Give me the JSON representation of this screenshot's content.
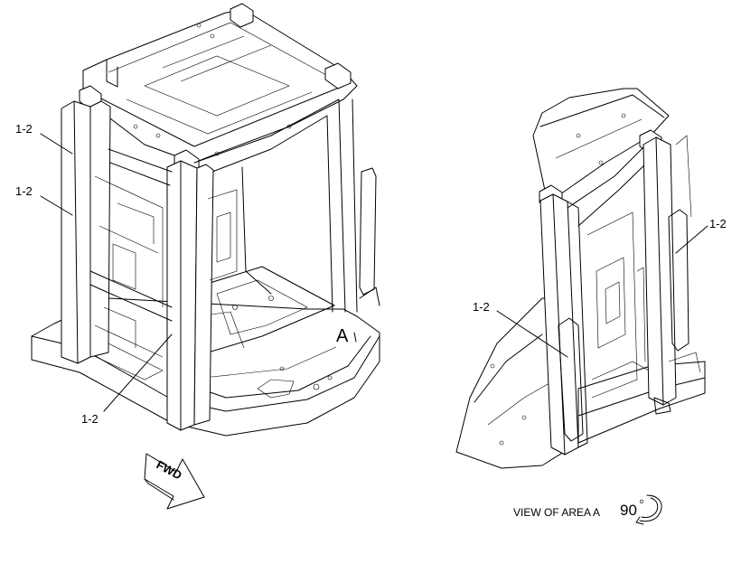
{
  "callouts": {
    "main_upper_left": "1-2",
    "main_mid_left": "1-2",
    "main_lower": "1-2",
    "detail_right": "1-2",
    "detail_left": "1-2"
  },
  "area_marker": "A",
  "forward_arrow_text": "FWD",
  "view_caption": "VIEW OF AREA A",
  "rotation_text": "90",
  "icons": {
    "forward": "forward-arrow-icon",
    "rotation": "rotation-arrow-icon"
  },
  "colors": {
    "line": "#000000",
    "background": "#ffffff"
  }
}
